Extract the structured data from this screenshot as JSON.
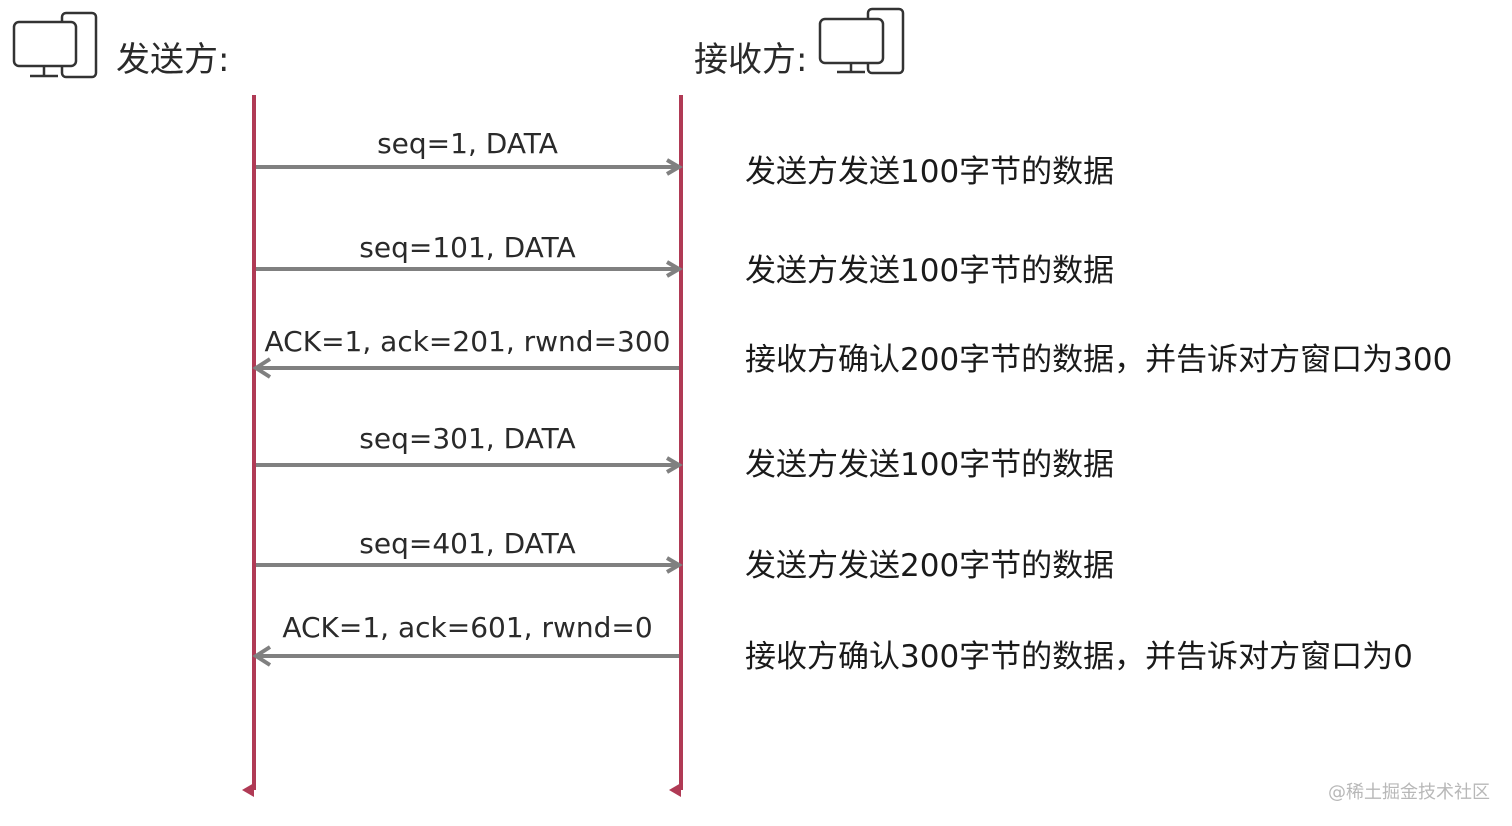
{
  "sender": {
    "label": "发送方:",
    "icon": "computer-monitor-icon"
  },
  "receiver": {
    "label": "接收方:",
    "icon": "computer-monitor-icon"
  },
  "colors": {
    "lifeline": "#b03a55",
    "arrow": "#808080"
  },
  "messages": [
    {
      "label": "seq=1, DATA",
      "direction": "to-receiver",
      "description": "发送方发送100字节的数据"
    },
    {
      "label": "seq=101, DATA",
      "direction": "to-receiver",
      "description": "发送方发送100字节的数据"
    },
    {
      "label": "ACK=1, ack=201, rwnd=300",
      "direction": "to-sender",
      "description": "接收方确认200字节的数据，并告诉对方窗口为300"
    },
    {
      "label": "seq=301, DATA",
      "direction": "to-receiver",
      "description": "发送方发送100字节的数据"
    },
    {
      "label": "seq=401, DATA",
      "direction": "to-receiver",
      "description": "发送方发送200字节的数据"
    },
    {
      "label": "ACK=1, ack=601, rwnd=0",
      "direction": "to-sender",
      "description": "接收方确认300字节的数据，并告诉对方窗口为0"
    }
  ],
  "watermark": "@稀土掘金技术社区"
}
